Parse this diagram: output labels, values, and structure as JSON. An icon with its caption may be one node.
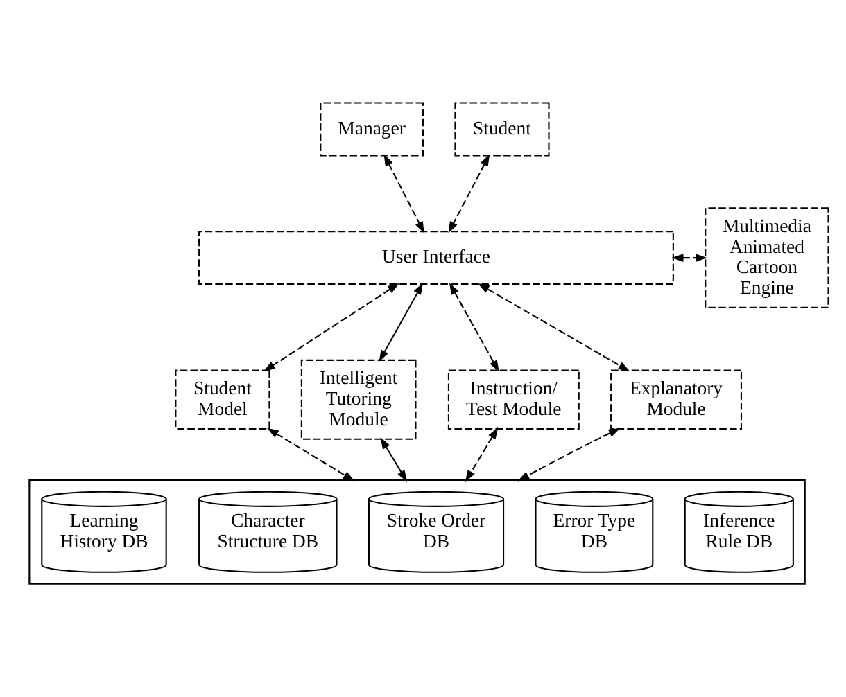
{
  "diagram": {
    "nodes": [
      {
        "text": [
          "Manager"
        ]
      },
      {
        "text": [
          "Student"
        ]
      },
      {
        "text": [
          "User Interface"
        ]
      },
      {
        "text": [
          "Multimedia Animated Cartoon Engine"
        ]
      },
      {
        "text": [
          "Student Model"
        ]
      },
      {
        "text": [
          "Intelligent Tutoring Module"
        ]
      },
      {
        "text": [
          "Instruction/ Test Module"
        ]
      },
      {
        "text": [
          "Explanatory Module"
        ]
      },
      {
        "text": [],
        "shape": "box"
      },
      {
        "text": [
          "Learning History DB"
        ],
        "in": 8
      },
      {
        "text": [
          "Character Structure DB"
        ],
        "in": 8
      },
      {
        "text": [
          "Stroke Order DB"
        ],
        "in": 8
      },
      {
        "text": [
          "Error Type DB"
        ],
        "in": 8
      },
      {
        "text": [
          "Inference Rule DB"
        ],
        "in": 8
      }
    ],
    "edges": [
      {
        "from": 0,
        "to": 2,
        "arrow": "both",
        "style": "dashed"
      },
      {
        "from": 1,
        "to": 2,
        "arrow": "both",
        "style": "dashed"
      },
      {
        "from": 2,
        "to": 3,
        "arrow": "both",
        "style": "dashed"
      },
      {
        "from": 2,
        "to": 4,
        "arrow": "both",
        "style": "dashed"
      },
      {
        "from": 2,
        "to": 5,
        "arrow": "both"
      },
      {
        "from": 2,
        "to": 6,
        "arrow": "both",
        "style": "dashed"
      },
      {
        "from": 2,
        "to": 7,
        "arrow": "both",
        "style": "dashed"
      },
      {
        "from": 4,
        "to": 8,
        "arrow": "both",
        "style": "dashed"
      },
      {
        "from": 5,
        "to": 8,
        "arrow": "both"
      },
      {
        "from": 6,
        "to": 8,
        "arrow": "both",
        "style": "dashed"
      },
      {
        "from": 7,
        "to": 8,
        "arrow": "both",
        "style": "dashed"
      }
    ]
  }
}
